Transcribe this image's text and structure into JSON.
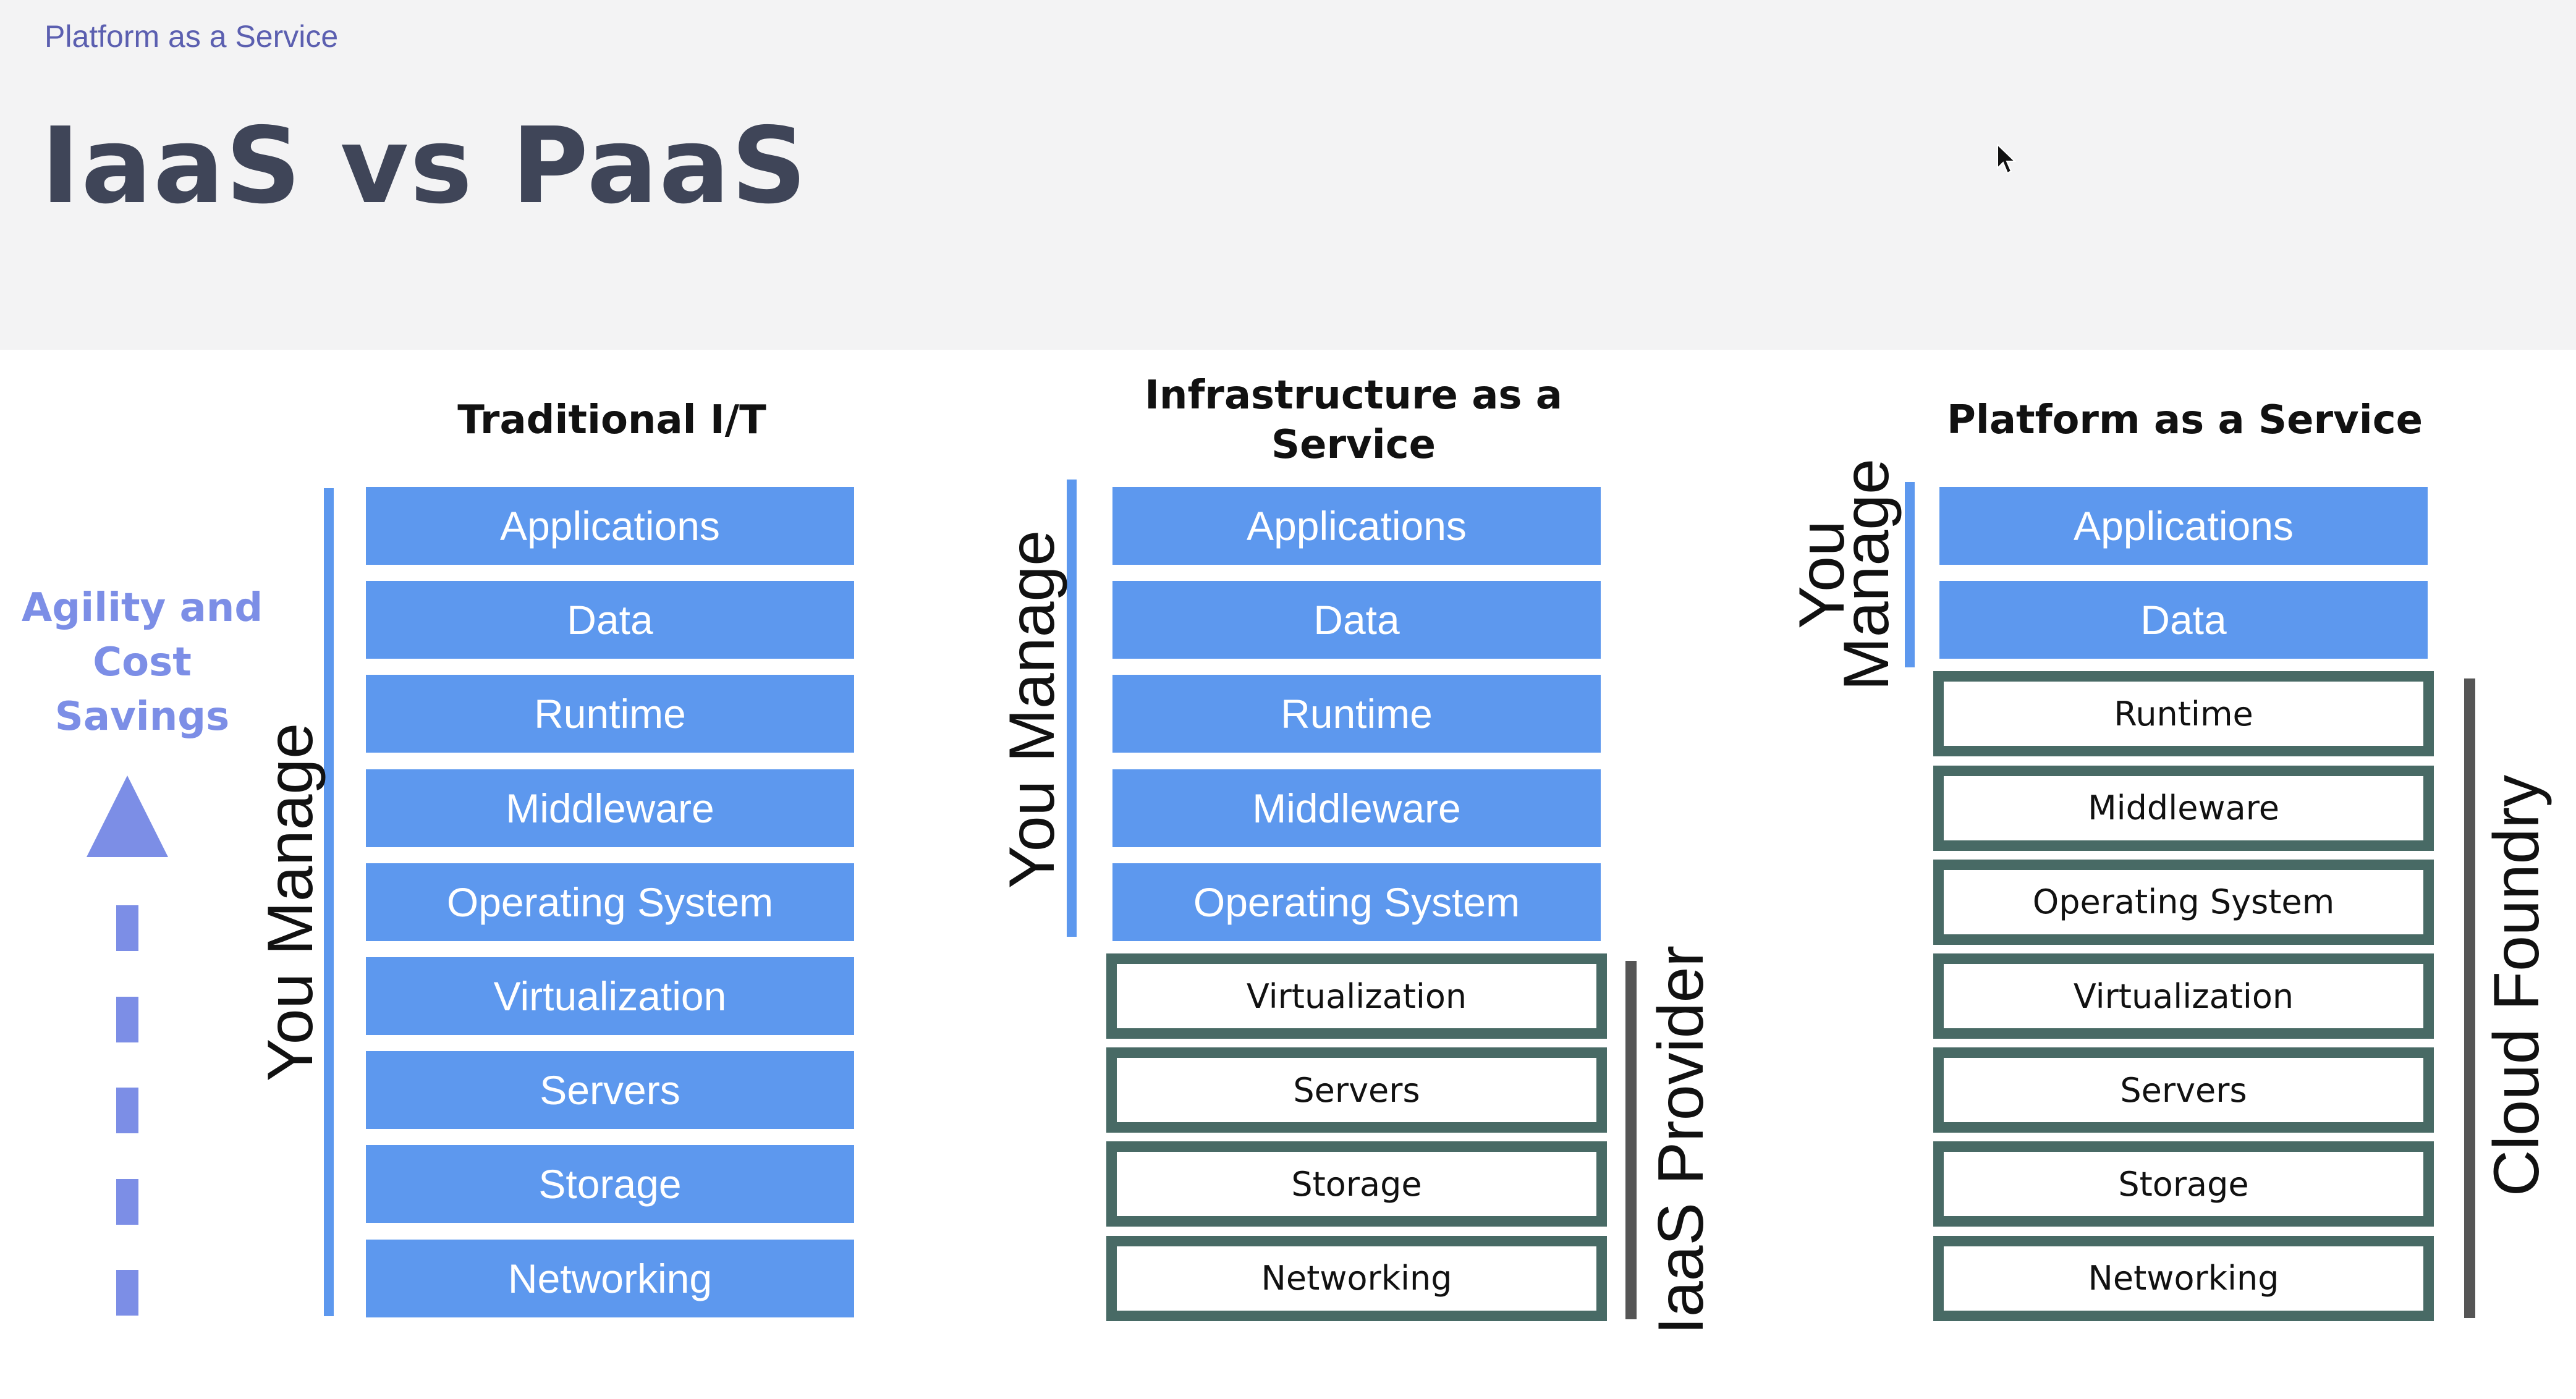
{
  "header": {
    "breadcrumb": "Platform as a Service",
    "title": "IaaS vs PaaS"
  },
  "agility": {
    "lines": [
      "Agility and",
      "Cost",
      "Savings"
    ]
  },
  "columns": [
    {
      "title_lines": [
        "Traditional I/T"
      ],
      "you_manage_label": "You Manage",
      "provider_label": "",
      "layers": [
        {
          "label": "Applications",
          "managed_by": "you"
        },
        {
          "label": "Data",
          "managed_by": "you"
        },
        {
          "label": "Runtime",
          "managed_by": "you"
        },
        {
          "label": "Middleware",
          "managed_by": "you"
        },
        {
          "label": "Operating System",
          "managed_by": "you"
        },
        {
          "label": "Virtualization",
          "managed_by": "you"
        },
        {
          "label": "Servers",
          "managed_by": "you"
        },
        {
          "label": "Storage",
          "managed_by": "you"
        },
        {
          "label": "Networking",
          "managed_by": "you"
        }
      ]
    },
    {
      "title_lines": [
        "Infrastructure as a",
        "Service"
      ],
      "you_manage_label": "You Manage",
      "provider_label": "IaaS Provider",
      "layers": [
        {
          "label": "Applications",
          "managed_by": "you"
        },
        {
          "label": "Data",
          "managed_by": "you"
        },
        {
          "label": "Runtime",
          "managed_by": "you"
        },
        {
          "label": "Middleware",
          "managed_by": "you"
        },
        {
          "label": "Operating System",
          "managed_by": "you"
        },
        {
          "label": "Virtualization",
          "managed_by": "provider"
        },
        {
          "label": "Servers",
          "managed_by": "provider"
        },
        {
          "label": "Storage",
          "managed_by": "provider"
        },
        {
          "label": "Networking",
          "managed_by": "provider"
        }
      ]
    },
    {
      "title_lines": [
        "Platform as a Service"
      ],
      "you_manage_label_lines": [
        "You",
        "Manage"
      ],
      "provider_label": "Cloud Foundry",
      "layers": [
        {
          "label": "Applications",
          "managed_by": "you"
        },
        {
          "label": "Data",
          "managed_by": "you"
        },
        {
          "label": "Runtime",
          "managed_by": "provider"
        },
        {
          "label": "Middleware",
          "managed_by": "provider"
        },
        {
          "label": "Operating System",
          "managed_by": "provider"
        },
        {
          "label": "Virtualization",
          "managed_by": "provider"
        },
        {
          "label": "Servers",
          "managed_by": "provider"
        },
        {
          "label": "Storage",
          "managed_by": "provider"
        },
        {
          "label": "Networking",
          "managed_by": "provider"
        }
      ]
    }
  ],
  "colors": {
    "you_manage_fill": "#5d98ee",
    "provider_border": "#486a65",
    "agility_accent": "#7c8ee6",
    "provider_bar": "#555555",
    "title_text": "#3f4558",
    "breadcrumb_text": "#5b5fb0"
  },
  "icons": {
    "cursor": "mouse-pointer-icon",
    "agility_arrow": "up-arrow-icon"
  }
}
